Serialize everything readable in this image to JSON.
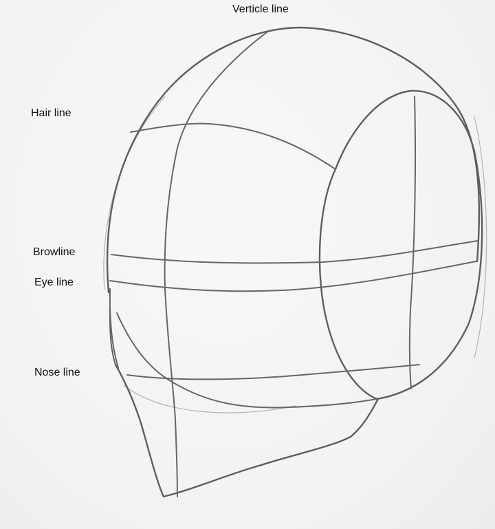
{
  "labels": {
    "verticle_line": "Verticle line",
    "hair_line": "Hair line",
    "browline": "Browline",
    "eye_line": "Eye line",
    "nose_line": "Nose line"
  },
  "colors": {
    "background": "#f4f4f4",
    "pencil": "#5e5e5e",
    "text": "#111111"
  }
}
